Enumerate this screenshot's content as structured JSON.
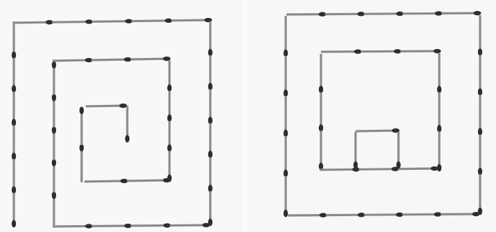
{
  "figure": {
    "panels": [
      {
        "id": "left",
        "description_id": "spiral-open"
      },
      {
        "id": "right",
        "description_id": "spiral-closed"
      }
    ],
    "colors": {
      "stick": "#8a8a8a",
      "match_head": "#2e2e2e",
      "background": "#ffffff"
    }
  }
}
